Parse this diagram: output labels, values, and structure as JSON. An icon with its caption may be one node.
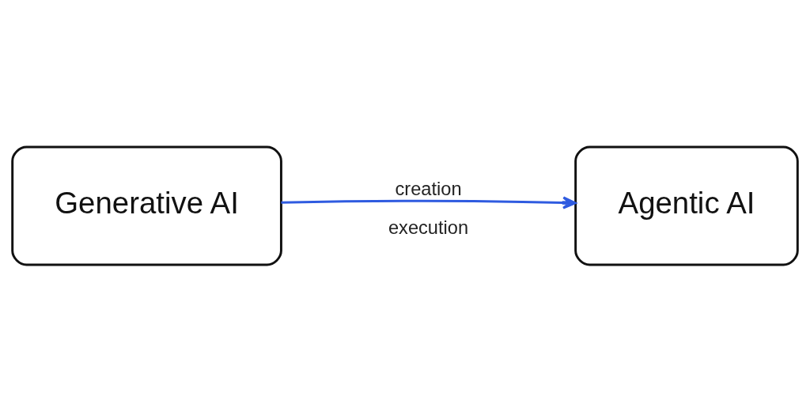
{
  "diagram": {
    "nodes": [
      {
        "text": [
          "Generative AI"
        ]
      },
      {
        "text": [
          "Agentic AI"
        ]
      }
    ],
    "edges": [
      {
        "from": 0,
        "to": 1,
        "arrow": "to",
        "label": "creation",
        "color": "#2f5be0"
      }
    ],
    "labels": [
      "execution"
    ]
  }
}
